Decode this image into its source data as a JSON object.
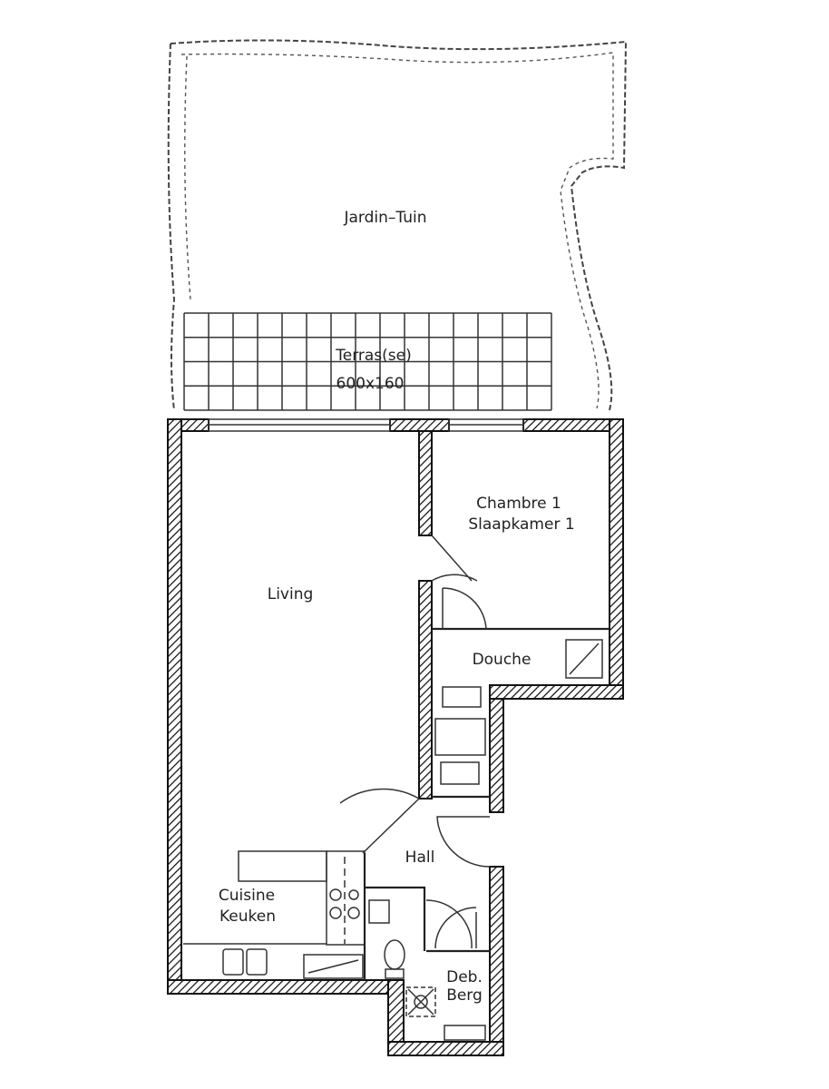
{
  "plan": {
    "rooms": {
      "garden": "Jardin–Tuin",
      "terrace": "Terras(se)",
      "terrace_size": "600x160",
      "bedroom_fr": "Chambre  1",
      "bedroom_nl": "Slaapkamer  1",
      "living": "Living",
      "shower": "Douche",
      "hall": "Hall",
      "kitchen_fr": "Cuisine",
      "kitchen_nl": "Keuken",
      "storage_fr": "Deb.",
      "storage_nl": "Berg"
    }
  }
}
